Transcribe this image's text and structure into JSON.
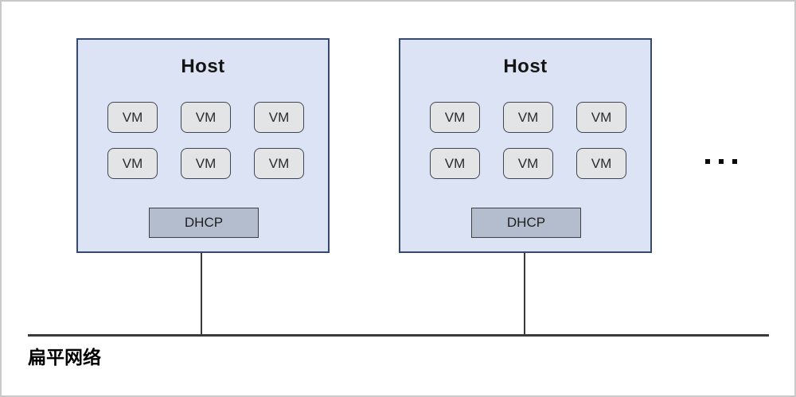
{
  "diagram": {
    "hosts": [
      {
        "title": "Host",
        "vms": [
          "VM",
          "VM",
          "VM",
          "VM",
          "VM",
          "VM"
        ],
        "dhcp": "DHCP"
      },
      {
        "title": "Host",
        "vms": [
          "VM",
          "VM",
          "VM",
          "VM",
          "VM",
          "VM"
        ],
        "dhcp": "DHCP"
      }
    ],
    "network_label": "扁平网络",
    "icons": {
      "ellipsis": "more-hosts-ellipsis"
    },
    "colors": {
      "host_fill": "#dbe3f4",
      "host_border": "#35496e",
      "vm_fill": "#e3e4e6",
      "vm_border": "#3f4652",
      "dhcp_fill": "#b3bdce",
      "dhcp_border": "#404040",
      "line": "#3a3a3a",
      "frame_border": "#c9c9c9"
    }
  }
}
